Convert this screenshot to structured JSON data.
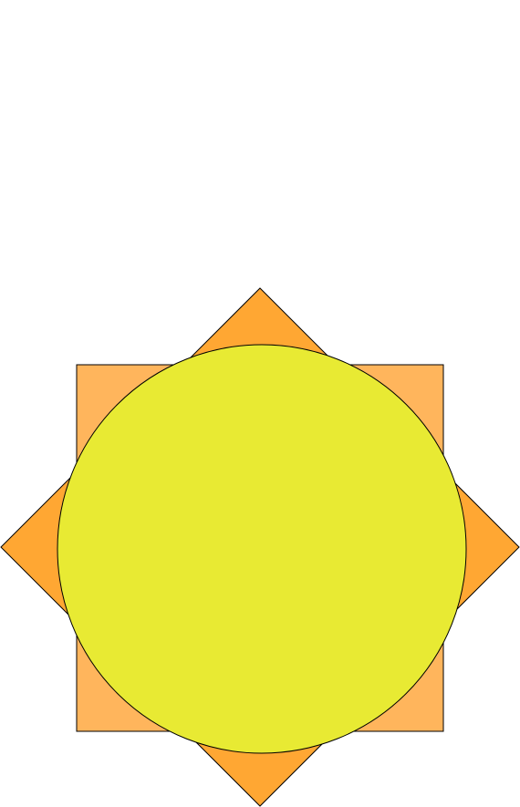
{
  "figure": {
    "background_color": "#ffffff",
    "shapes": [
      {
        "name": "rotated-square",
        "type": "diamond",
        "fill": "#ffa733",
        "stroke": "#000000"
      },
      {
        "name": "square",
        "type": "square",
        "fill": "#ffb55c",
        "stroke": "#000000"
      },
      {
        "name": "circle",
        "type": "circle",
        "fill": "#e8ea33",
        "stroke": "#000000"
      }
    ]
  }
}
